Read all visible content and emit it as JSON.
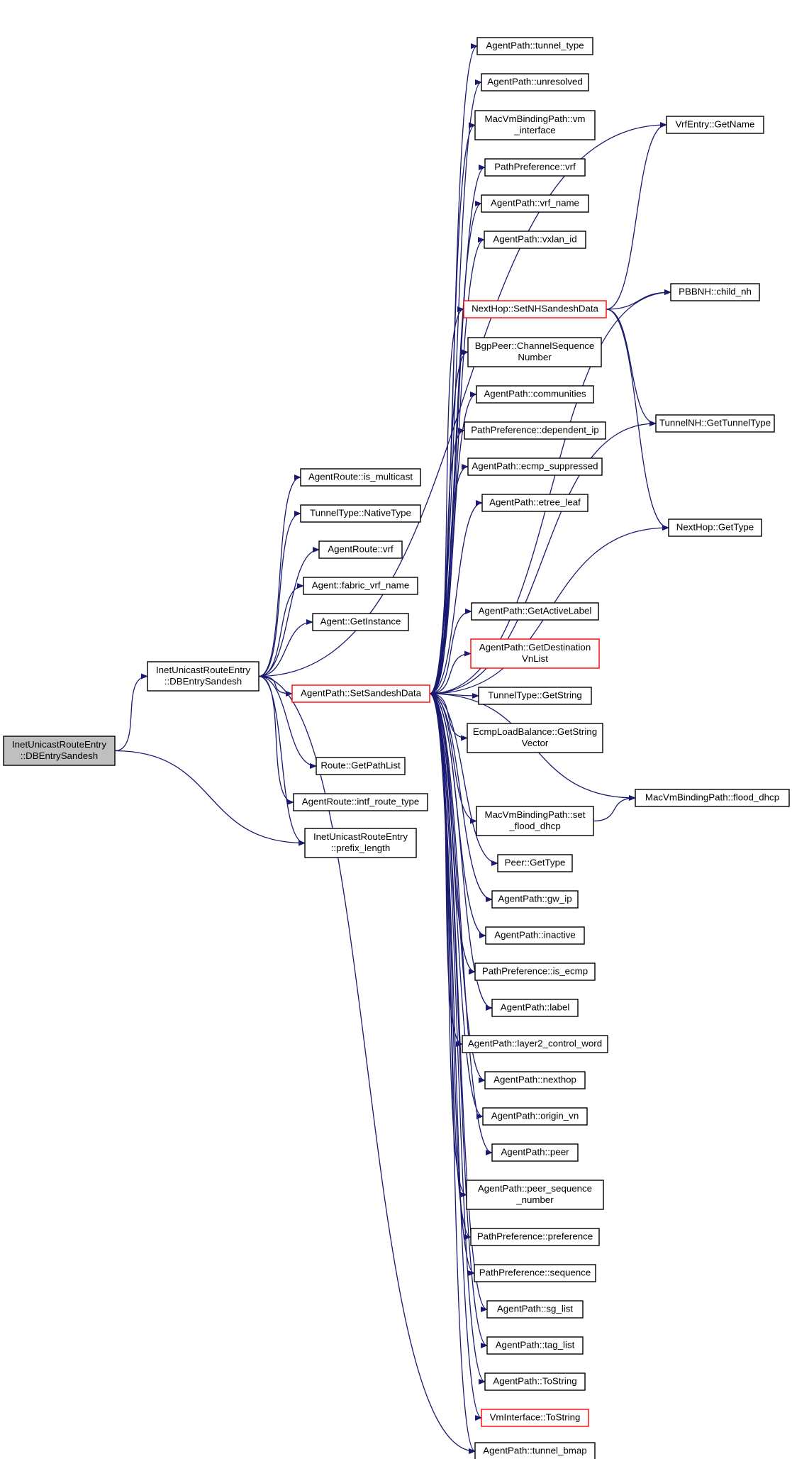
{
  "colors": {
    "edge": "#191970",
    "border_default": "#000000",
    "border_truncated": "#ff0000",
    "fill_default": "#ffffff",
    "fill_root": "#bfbfbf"
  },
  "nodes": [
    {
      "id": "root",
      "lines": [
        "InetUnicastRouteEntry",
        "::DBEntrySandesh"
      ],
      "style": "root"
    },
    {
      "id": "dbentry",
      "lines": [
        "InetUnicastRouteEntry",
        "::DBEntrySandesh"
      ],
      "style": "default"
    },
    {
      "id": "prefix_length",
      "lines": [
        "InetUnicastRouteEntry",
        "::prefix_length"
      ],
      "style": "default"
    },
    {
      "id": "is_multicast",
      "lines": [
        "AgentRoute::is_multicast"
      ],
      "style": "default"
    },
    {
      "id": "nativetype",
      "lines": [
        "TunnelType::NativeType"
      ],
      "style": "default"
    },
    {
      "id": "route_vrf",
      "lines": [
        "AgentRoute::vrf"
      ],
      "style": "default"
    },
    {
      "id": "fabric_vrf",
      "lines": [
        "Agent::fabric_vrf_name"
      ],
      "style": "default"
    },
    {
      "id": "getinstance",
      "lines": [
        "Agent::GetInstance"
      ],
      "style": "default"
    },
    {
      "id": "setsandesh",
      "lines": [
        "AgentPath::SetSandeshData"
      ],
      "style": "truncated"
    },
    {
      "id": "getpathlist",
      "lines": [
        "Route::GetPathList"
      ],
      "style": "default"
    },
    {
      "id": "intf_route_type",
      "lines": [
        "AgentRoute::intf_route_type"
      ],
      "style": "default"
    },
    {
      "id": "tunnel_type",
      "lines": [
        "AgentPath::tunnel_type"
      ],
      "style": "default"
    },
    {
      "id": "unresolved",
      "lines": [
        "AgentPath::unresolved"
      ],
      "style": "default"
    },
    {
      "id": "vm_interface",
      "lines": [
        "MacVmBindingPath::vm",
        "_interface"
      ],
      "style": "default"
    },
    {
      "id": "pp_vrf",
      "lines": [
        "PathPreference::vrf"
      ],
      "style": "default"
    },
    {
      "id": "vrf_name",
      "lines": [
        "AgentPath::vrf_name"
      ],
      "style": "default"
    },
    {
      "id": "vxlan_id",
      "lines": [
        "AgentPath::vxlan_id"
      ],
      "style": "default"
    },
    {
      "id": "setnhsandesh",
      "lines": [
        "NextHop::SetNHSandeshData"
      ],
      "style": "truncated"
    },
    {
      "id": "channelseq",
      "lines": [
        "BgpPeer::ChannelSequence",
        "Number"
      ],
      "style": "default"
    },
    {
      "id": "communities",
      "lines": [
        "AgentPath::communities"
      ],
      "style": "default"
    },
    {
      "id": "dependent_ip",
      "lines": [
        "PathPreference::dependent_ip"
      ],
      "style": "default"
    },
    {
      "id": "ecmp_suppressed",
      "lines": [
        "AgentPath::ecmp_suppressed"
      ],
      "style": "default"
    },
    {
      "id": "etree_leaf",
      "lines": [
        "AgentPath::etree_leaf"
      ],
      "style": "default"
    },
    {
      "id": "getactivelabel",
      "lines": [
        "AgentPath::GetActiveLabel"
      ],
      "style": "default"
    },
    {
      "id": "getdestvnlist",
      "lines": [
        "AgentPath::GetDestination",
        "VnList"
      ],
      "style": "truncated"
    },
    {
      "id": "tt_getstring",
      "lines": [
        "TunnelType::GetString"
      ],
      "style": "default"
    },
    {
      "id": "ecmp_getstring",
      "lines": [
        "EcmpLoadBalance::GetString",
        "Vector"
      ],
      "style": "default"
    },
    {
      "id": "set_flood_dhcp",
      "lines": [
        "MacVmBindingPath::set",
        "_flood_dhcp"
      ],
      "style": "default"
    },
    {
      "id": "peer_gettype",
      "lines": [
        "Peer::GetType"
      ],
      "style": "default"
    },
    {
      "id": "gw_ip",
      "lines": [
        "AgentPath::gw_ip"
      ],
      "style": "default"
    },
    {
      "id": "inactive",
      "lines": [
        "AgentPath::inactive"
      ],
      "style": "default"
    },
    {
      "id": "is_ecmp",
      "lines": [
        "PathPreference::is_ecmp"
      ],
      "style": "default"
    },
    {
      "id": "label",
      "lines": [
        "AgentPath::label"
      ],
      "style": "default"
    },
    {
      "id": "l2cw",
      "lines": [
        "AgentPath::layer2_control_word"
      ],
      "style": "default"
    },
    {
      "id": "nexthop",
      "lines": [
        "AgentPath::nexthop"
      ],
      "style": "default"
    },
    {
      "id": "origin_vn",
      "lines": [
        "AgentPath::origin_vn"
      ],
      "style": "default"
    },
    {
      "id": "peer",
      "lines": [
        "AgentPath::peer"
      ],
      "style": "default"
    },
    {
      "id": "peer_seq",
      "lines": [
        "AgentPath::peer_sequence",
        "_number"
      ],
      "style": "default"
    },
    {
      "id": "preference",
      "lines": [
        "PathPreference::preference"
      ],
      "style": "default"
    },
    {
      "id": "sequence",
      "lines": [
        "PathPreference::sequence"
      ],
      "style": "default"
    },
    {
      "id": "sg_list",
      "lines": [
        "AgentPath::sg_list"
      ],
      "style": "default"
    },
    {
      "id": "tag_list",
      "lines": [
        "AgentPath::tag_list"
      ],
      "style": "default"
    },
    {
      "id": "ap_tostring",
      "lines": [
        "AgentPath::ToString"
      ],
      "style": "default"
    },
    {
      "id": "vmi_tostring",
      "lines": [
        "VmInterface::ToString"
      ],
      "style": "truncated"
    },
    {
      "id": "tunnel_bmap",
      "lines": [
        "AgentPath::tunnel_bmap"
      ],
      "style": "default"
    },
    {
      "id": "vrf_getname",
      "lines": [
        "VrfEntry::GetName"
      ],
      "style": "default"
    },
    {
      "id": "child_nh",
      "lines": [
        "PBBNH::child_nh"
      ],
      "style": "default"
    },
    {
      "id": "gettunneltype",
      "lines": [
        "TunnelNH::GetTunnelType"
      ],
      "style": "default"
    },
    {
      "id": "nh_gettype",
      "lines": [
        "NextHop::GetType"
      ],
      "style": "default"
    },
    {
      "id": "flood_dhcp",
      "lines": [
        "MacVmBindingPath::flood_dhcp"
      ],
      "style": "default"
    }
  ],
  "edges": [
    [
      "root",
      "dbentry"
    ],
    [
      "root",
      "prefix_length"
    ],
    [
      "dbentry",
      "is_multicast"
    ],
    [
      "dbentry",
      "nativetype"
    ],
    [
      "dbentry",
      "route_vrf"
    ],
    [
      "dbentry",
      "fabric_vrf"
    ],
    [
      "dbentry",
      "getinstance"
    ],
    [
      "dbentry",
      "setsandesh"
    ],
    [
      "dbentry",
      "getpathlist"
    ],
    [
      "dbentry",
      "intf_route_type"
    ],
    [
      "dbentry",
      "prefix_length"
    ],
    [
      "dbentry",
      "vrf_getname"
    ],
    [
      "dbentry",
      "tunnel_bmap"
    ],
    [
      "setsandesh",
      "tunnel_type"
    ],
    [
      "setsandesh",
      "unresolved"
    ],
    [
      "setsandesh",
      "vm_interface"
    ],
    [
      "setsandesh",
      "pp_vrf"
    ],
    [
      "setsandesh",
      "vrf_name"
    ],
    [
      "setsandesh",
      "vxlan_id"
    ],
    [
      "setsandesh",
      "setnhsandesh"
    ],
    [
      "setsandesh",
      "child_nh"
    ],
    [
      "setsandesh",
      "channelseq"
    ],
    [
      "setsandesh",
      "communities"
    ],
    [
      "setsandesh",
      "dependent_ip"
    ],
    [
      "setsandesh",
      "ecmp_suppressed"
    ],
    [
      "setsandesh",
      "etree_leaf"
    ],
    [
      "setsandesh",
      "gettunneltype"
    ],
    [
      "setsandesh",
      "nh_gettype"
    ],
    [
      "setsandesh",
      "getactivelabel"
    ],
    [
      "setsandesh",
      "getdestvnlist"
    ],
    [
      "setsandesh",
      "tt_getstring"
    ],
    [
      "setsandesh",
      "ecmp_getstring"
    ],
    [
      "setsandesh",
      "flood_dhcp"
    ],
    [
      "setsandesh",
      "set_flood_dhcp"
    ],
    [
      "setsandesh",
      "peer_gettype"
    ],
    [
      "setsandesh",
      "gw_ip"
    ],
    [
      "setsandesh",
      "inactive"
    ],
    [
      "setsandesh",
      "is_ecmp"
    ],
    [
      "setsandesh",
      "label"
    ],
    [
      "setsandesh",
      "l2cw"
    ],
    [
      "setsandesh",
      "nexthop"
    ],
    [
      "setsandesh",
      "origin_vn"
    ],
    [
      "setsandesh",
      "peer"
    ],
    [
      "setsandesh",
      "peer_seq"
    ],
    [
      "setsandesh",
      "preference"
    ],
    [
      "setsandesh",
      "sequence"
    ],
    [
      "setsandesh",
      "sg_list"
    ],
    [
      "setsandesh",
      "tag_list"
    ],
    [
      "setsandesh",
      "ap_tostring"
    ],
    [
      "setsandesh",
      "vmi_tostring"
    ],
    [
      "setsandesh",
      "tunnel_bmap"
    ],
    [
      "setnhsandesh",
      "vrf_getname"
    ],
    [
      "setnhsandesh",
      "child_nh"
    ],
    [
      "setnhsandesh",
      "gettunneltype"
    ],
    [
      "setnhsandesh",
      "nh_gettype"
    ],
    [
      "set_flood_dhcp",
      "flood_dhcp"
    ]
  ]
}
